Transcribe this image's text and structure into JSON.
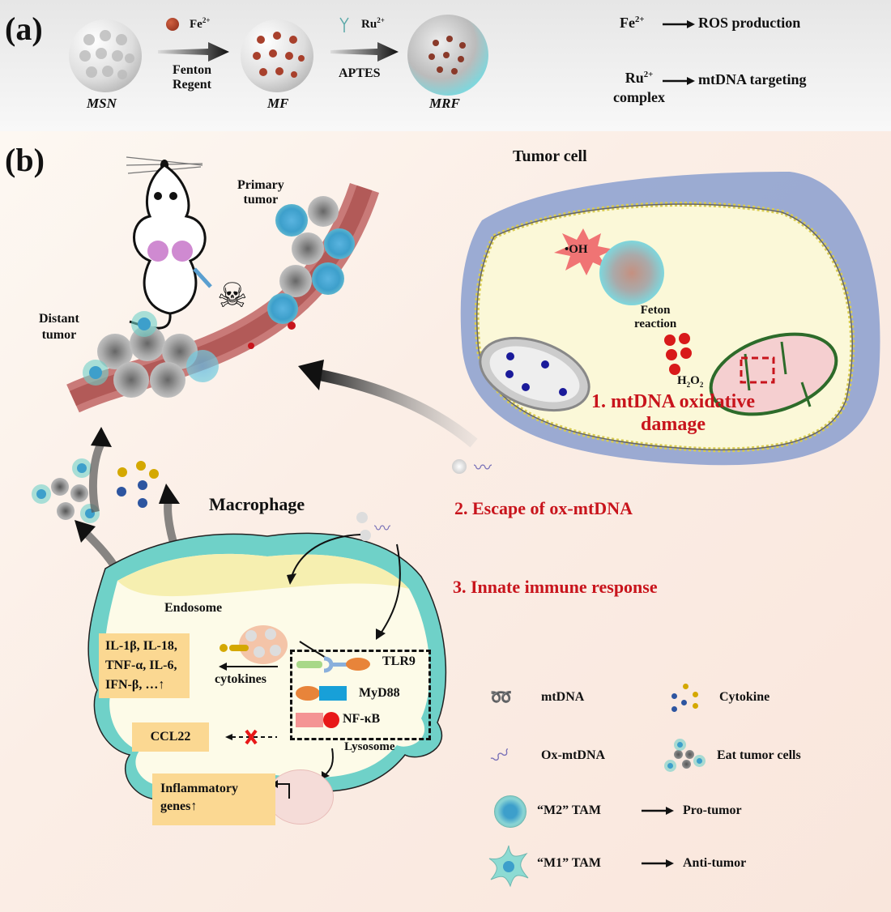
{
  "panel_a": {
    "label": "(a)",
    "particles": [
      {
        "name": "MSN"
      },
      {
        "name": "MF"
      },
      {
        "name": "MRF"
      }
    ],
    "step1": {
      "reagent": "Fe",
      "reagent_charge": "2+",
      "line1": "Fenton",
      "line2": "Regent"
    },
    "step2": {
      "reagent": "Ru",
      "reagent_charge": "2+",
      "line1": "APTES"
    },
    "roles": [
      {
        "source": "Fe",
        "source_charge": "2+",
        "source_line2": "",
        "target": "ROS production"
      },
      {
        "source": "Ru",
        "source_charge": "2+",
        "source_line2": "complex",
        "target": "mtDNA targeting"
      }
    ]
  },
  "panel_b": {
    "label": "(b)",
    "mouse_labels": {
      "primary_1": "Primary",
      "primary_2": "tumor",
      "distant_1": "Distant",
      "distant_2": "tumor"
    },
    "tumor_cell": {
      "title": "Tumor cell",
      "oh_label": "•OH",
      "feton_1": "Feton",
      "feton_2": "reaction",
      "h2o2_h": "H",
      "h2o2_2a": "2",
      "h2o2_o": "O",
      "h2o2_2b": "2"
    },
    "steps": {
      "step1_line1": "1. mtDNA oxidative",
      "step1_line2": "damage",
      "step2": "2. Escape of ox-mtDNA",
      "step3": "3. Innate immune response"
    },
    "macrophage": {
      "title": "Macrophage",
      "endosome": "Endosome",
      "lysosome": "Lysosome",
      "cytokines_label": "cytokines",
      "cytokine_box": [
        "IL-1β, IL-18,",
        "TNF-α, IL-6,",
        "IFN-β, …↑"
      ],
      "ccl22": "CCL22",
      "inflammatory_1": "Inflammatory",
      "inflammatory_2": "genes↑",
      "pathway": [
        {
          "name": "TLR9"
        },
        {
          "name": "MyD88"
        },
        {
          "name": "NF-κB"
        }
      ]
    },
    "legend": {
      "mtdna": "mtDNA",
      "cytokine": "Cytokine",
      "ox_mtdna": "Ox-mtDNA",
      "eat": "Eat tumor cells",
      "m2": "“M2” TAM",
      "m2_effect": "Pro-tumor",
      "m1": "“M1” TAM",
      "m1_effect": "Anti-tumor"
    }
  },
  "colors": {
    "accent_red": "#c8141c",
    "macrophage_teal": "#6fd1c8",
    "box_yellow": "#fbd892",
    "tumor_membrane": "#8a9fcf",
    "cytoplasm": "#fbf8d8"
  }
}
